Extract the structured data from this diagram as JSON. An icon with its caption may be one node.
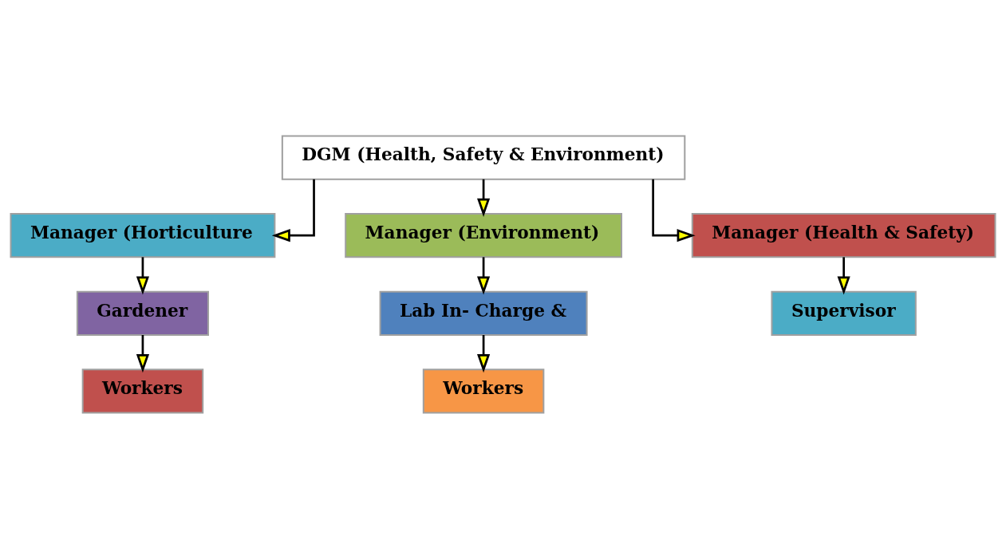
{
  "diagram": {
    "nodes": [
      {
        "text": [
          "DGM (Health, Safety & Environment)"
        ]
      },
      {
        "text": [
          "Manager (Horticulture"
        ]
      },
      {
        "text": [
          "Manager (Environment)"
        ]
      },
      {
        "text": [
          "Manager (Health & Safety)"
        ]
      },
      {
        "text": [
          "Gardener"
        ]
      },
      {
        "text": [
          "Workers"
        ]
      },
      {
        "text": [
          "Lab In- Charge &"
        ]
      },
      {
        "text": [
          "Workers"
        ]
      },
      {
        "text": [
          "Supervisor"
        ]
      }
    ],
    "edges": [
      {
        "from": 0,
        "to": 1,
        "arrow": "to"
      },
      {
        "from": 0,
        "to": 2,
        "arrow": "to"
      },
      {
        "from": 0,
        "to": 3,
        "arrow": "to"
      },
      {
        "from": 1,
        "to": 4,
        "arrow": "to"
      },
      {
        "from": 4,
        "to": 5,
        "arrow": "to"
      },
      {
        "from": 2,
        "to": 6,
        "arrow": "to"
      },
      {
        "from": 6,
        "to": 7,
        "arrow": "to"
      },
      {
        "from": 3,
        "to": 8,
        "arrow": "to"
      }
    ]
  }
}
